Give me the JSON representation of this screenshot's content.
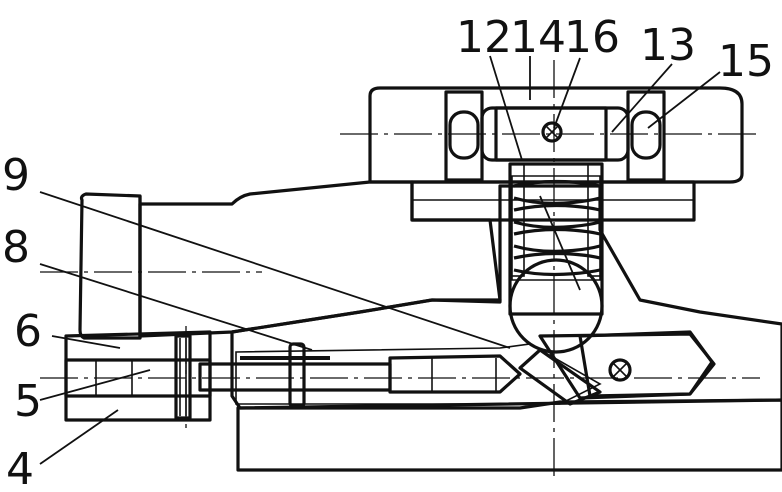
{
  "callouts": {
    "c4": "4",
    "c5": "5",
    "c6": "6",
    "c8": "8",
    "c9": "9",
    "c12": "12",
    "c13": "13",
    "c14": "14",
    "c15": "15",
    "c16": "16"
  }
}
